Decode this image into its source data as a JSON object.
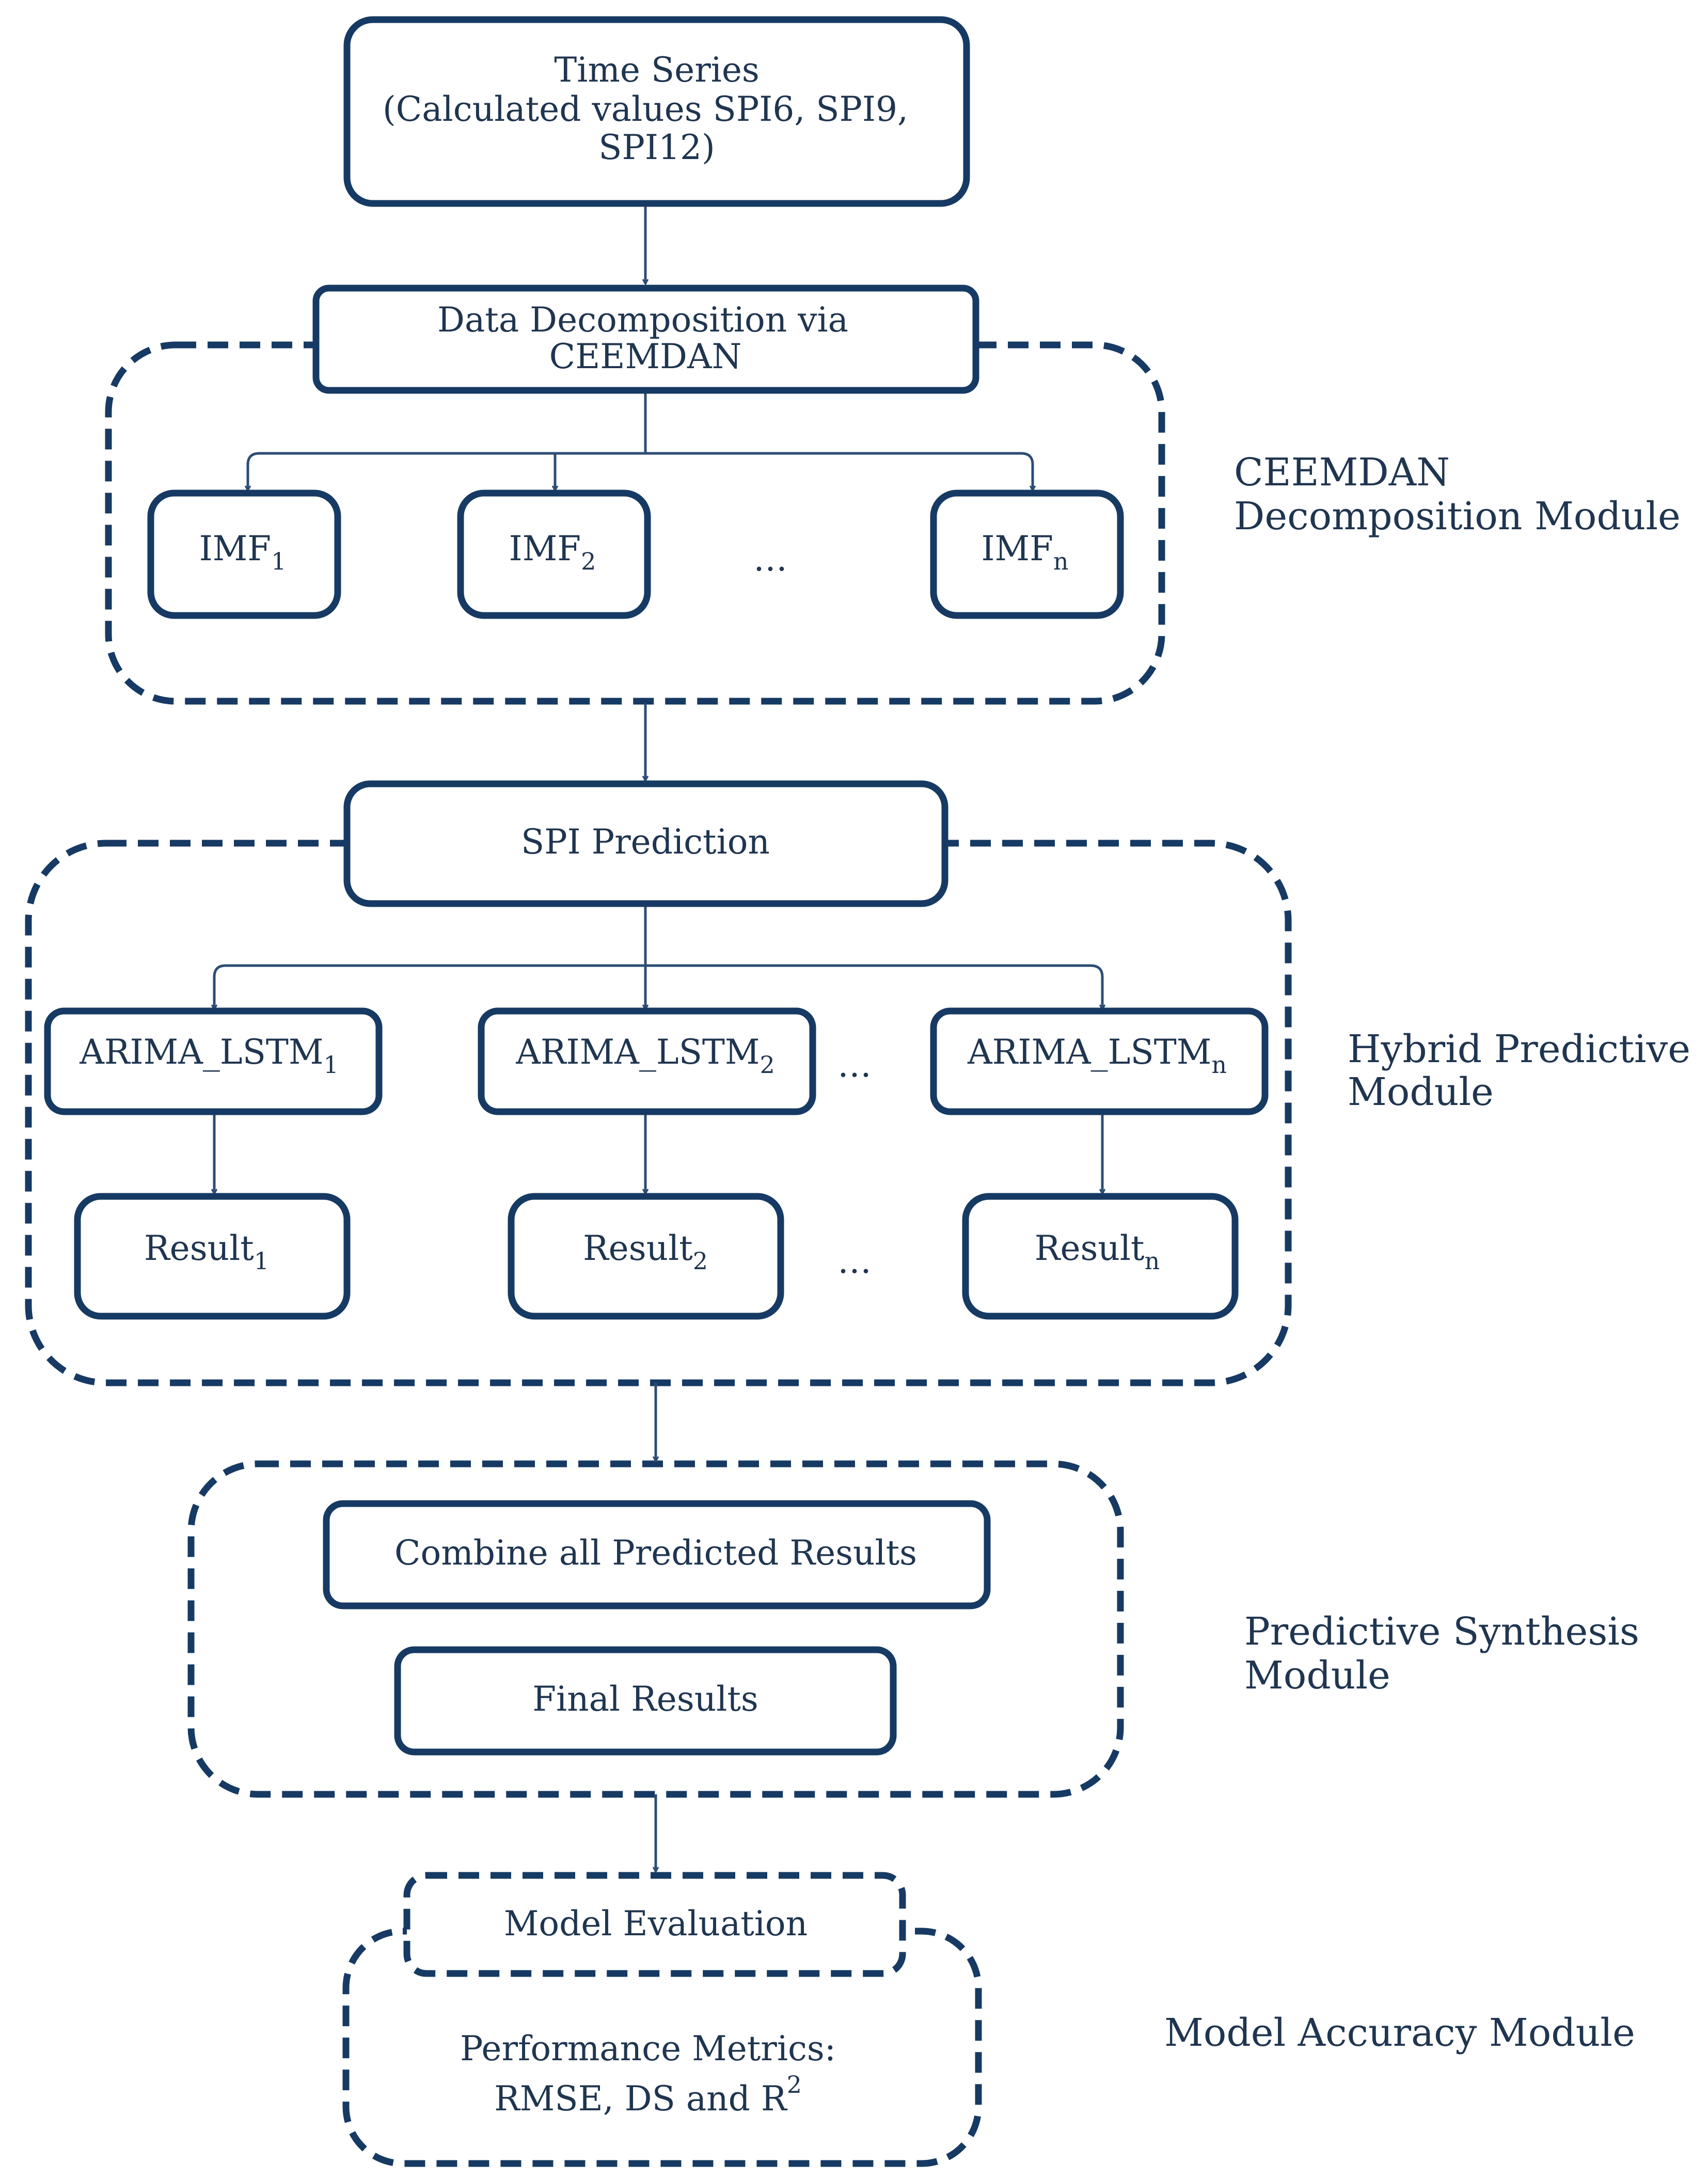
{
  "colors": {
    "line": "#163a63",
    "text": "#1f3550",
    "background": "#ffffff"
  },
  "time_series": {
    "line1": "Time Series",
    "line2": "(Calculated values SPI6, SPI9,",
    "line3": "SPI12)"
  },
  "decomposition": {
    "title_line1": "Data Decomposition via",
    "title_line2": "CEEMDAN",
    "imf_base": "IMF",
    "imf_subs": [
      "1",
      "2",
      "n"
    ],
    "ellipsis": "…"
  },
  "prediction": {
    "title": "SPI Prediction",
    "model_base": "ARIMA_LSTM",
    "model_subs": [
      "1",
      "2",
      "n"
    ],
    "result_base": "Result",
    "result_subs": [
      "1",
      "2",
      "n"
    ],
    "ellipsis": "…"
  },
  "synthesis": {
    "combine": "Combine all Predicted Results",
    "final": "Final Results"
  },
  "evaluation": {
    "title": "Model Evaluation",
    "metrics_line1": "Performance Metrics:",
    "metrics_line2": "RMSE, DS and R",
    "metrics_sup": "2"
  },
  "modules": {
    "ceemdan_line1": "CEEMDAN",
    "ceemdan_line2": "Decomposition Module",
    "hybrid_line1": "Hybrid Predictive",
    "hybrid_line2": "Module",
    "synthesis_line1": "Predictive Synthesis",
    "synthesis_line2": "Module",
    "accuracy": "Model Accuracy Module"
  }
}
